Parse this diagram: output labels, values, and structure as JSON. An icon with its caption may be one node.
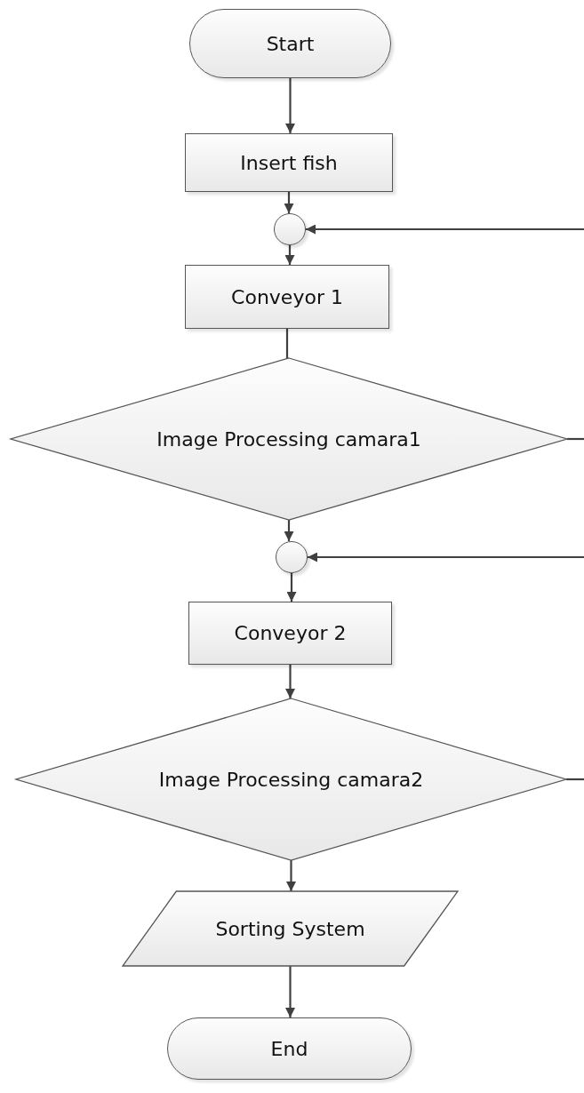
{
  "diagram": {
    "nodes": [
      {
        "text": [
          "Start"
        ]
      },
      {
        "text": [
          "Insert fish"
        ]
      },
      {
        "text": [],
        "shape": "circle"
      },
      {
        "text": [
          "Conveyor 1"
        ]
      },
      {
        "text": [
          "Image Processing camara1"
        ]
      },
      {
        "text": [],
        "shape": "circle"
      },
      {
        "text": [
          "Conveyor 2"
        ]
      },
      {
        "text": [
          "Image Processing camara2"
        ]
      },
      {
        "text": [
          "Sorting System"
        ]
      },
      {
        "text": [
          "End"
        ]
      }
    ],
    "edges": [
      {
        "from": 0,
        "to": 1,
        "arrow": "to"
      },
      {
        "from": 1,
        "to": 2,
        "arrow": "to"
      },
      {
        "from": null,
        "to": 2,
        "arrow": "to"
      },
      {
        "from": 2,
        "to": 3,
        "arrow": "to"
      },
      {
        "from": 3,
        "to": 4,
        "arrow": "none"
      },
      {
        "from": 4,
        "to": null,
        "arrow": "none"
      },
      {
        "from": 4,
        "to": 5,
        "arrow": "to"
      },
      {
        "from": null,
        "to": 5,
        "arrow": "to"
      },
      {
        "from": 5,
        "to": 6,
        "arrow": "to"
      },
      {
        "from": 6,
        "to": 7,
        "arrow": "to"
      },
      {
        "from": 7,
        "to": null,
        "arrow": "none"
      },
      {
        "from": 7,
        "to": 8,
        "arrow": "to"
      },
      {
        "from": 8,
        "to": 9,
        "arrow": "to"
      }
    ]
  }
}
